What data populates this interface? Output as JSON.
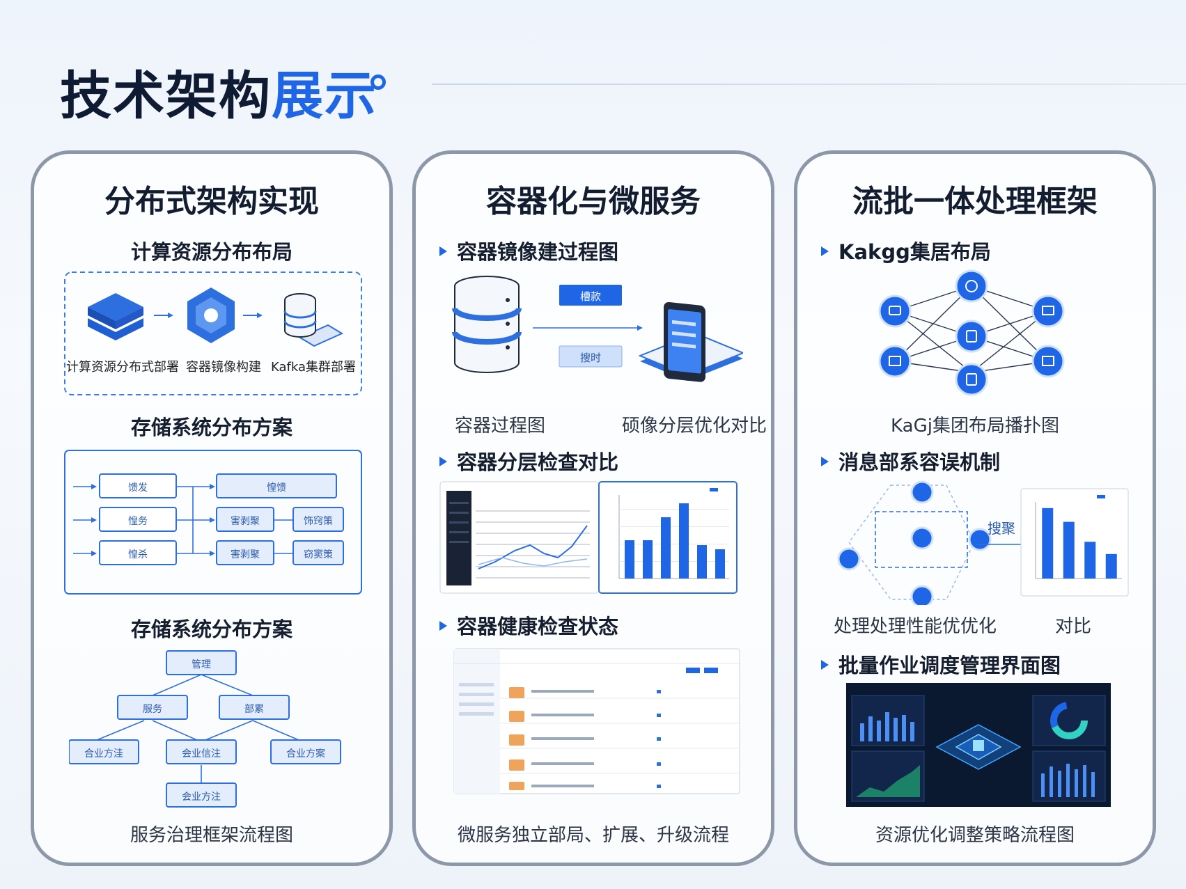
{
  "page": {
    "title_main": "技术架构",
    "title_highlight": "展示"
  },
  "colors": {
    "accent": "#1f66e6",
    "dark_panel": "#0c1a33",
    "card_border": "#8c97a8"
  },
  "cards": [
    {
      "title": "分布式架构实现",
      "sections": [
        {
          "title": "计算资源分布布局",
          "items": [
            "计算资源分布式部署",
            "容器镜像构建",
            "Kafka集群部署"
          ]
        },
        {
          "title": "存储系统分布方案",
          "left_boxes": [
            "馈发",
            "惶务",
            "惶杀"
          ],
          "right_boxes": [
            "惶馈",
            "害剥聚",
            "饰窍策",
            "害剥聚",
            "窃窦策"
          ]
        },
        {
          "title": "存储系统分布方案",
          "tree": [
            "管理",
            "服务",
            "部累",
            "合业方洼",
            "会业信注",
            "合业方案",
            "会业方注"
          ],
          "caption": "服务治理框架流程图"
        }
      ]
    },
    {
      "title": "容器化与微服务",
      "sections": [
        {
          "title": "容器镜像建过程图",
          "buttons": [
            "槽款",
            "搜时"
          ],
          "captions": [
            "容器过程图",
            "硕像分层优化对比"
          ]
        },
        {
          "title": "容器分层检查对比",
          "bar_chart": {
            "type": "bar",
            "values": [
              55,
              55,
              88,
              108,
              48,
              42
            ],
            "ylim": [
              0,
              120
            ]
          }
        },
        {
          "title": "容器健康检查状态",
          "caption": "微服务独立部局、扩展、升级流程"
        }
      ]
    },
    {
      "title": "流批一体处理框架",
      "sections": [
        {
          "title": "Kakgg集居布局",
          "caption": "KaGj集团布局播扑图"
        },
        {
          "title": "消息部系容误机制",
          "arrow_label": "搜聚",
          "bar_chart": {
            "type": "bar",
            "values": [
              92,
              74,
              48,
              32
            ],
            "ylim": [
              0,
              100
            ]
          },
          "captions": [
            "处理处理性能优优化",
            "对比"
          ]
        },
        {
          "title": "批量作业调度管理界面图",
          "caption": "资源优化调整策略流程图"
        }
      ]
    }
  ]
}
